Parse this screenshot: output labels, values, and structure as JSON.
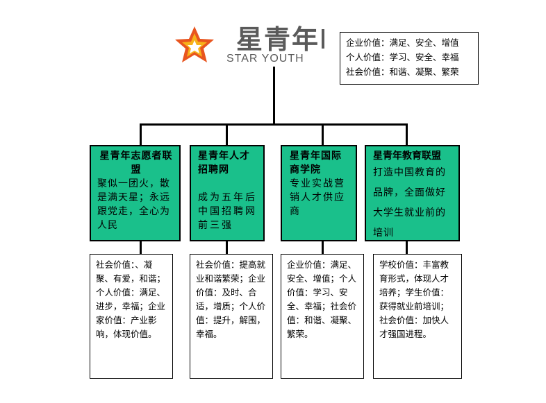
{
  "logo": {
    "name_cn": "星青年",
    "name_en": "STAR YOUTH",
    "colors": {
      "star_outer": "#e8551f",
      "star_inner": "#f7b21a",
      "text": "#5a5a5a"
    }
  },
  "top_values": {
    "lines": [
      "企业价值：满足、安全、增值",
      "个人价值：学习、安全、幸福",
      "社会价值：和谐、凝聚、繁荣"
    ]
  },
  "branches": [
    {
      "title": "星青年志愿者联盟",
      "desc": "聚似一团火，散是满天星；永远跟党走，全心为人民",
      "values": "社会价值：、凝聚、有爱，和谐；个人价值：满足、进步，幸福；企业家价值：产业影响，体现价值。"
    },
    {
      "title": "星青年人才招聘网",
      "desc": "成为五年后中国招聘网前三强",
      "values": "社会价值：提高就业和谐繁荣；企业价值：及时、合适，增质；个人价值：提升，解围，幸福。"
    },
    {
      "title": "星青年国际商学院",
      "desc": "专业实战营销人才供应商",
      "values": "企业价值：满足、安全、增值；个人价值：学习、安全、幸福；社会价值：和谐、凝聚、繁荣。"
    },
    {
      "title": "星青年教育联盟",
      "desc": "打造中国教育的品牌，全面做好大学生就业前的培训",
      "values": "学校价值：丰富教育形式，体现人才培养；学生价值：获得就业前培训；社会价值：加快人才强国进程。"
    }
  ],
  "colors": {
    "branch_fill": "#1ac08b",
    "connector": "#000000",
    "box_border": "#000000"
  }
}
